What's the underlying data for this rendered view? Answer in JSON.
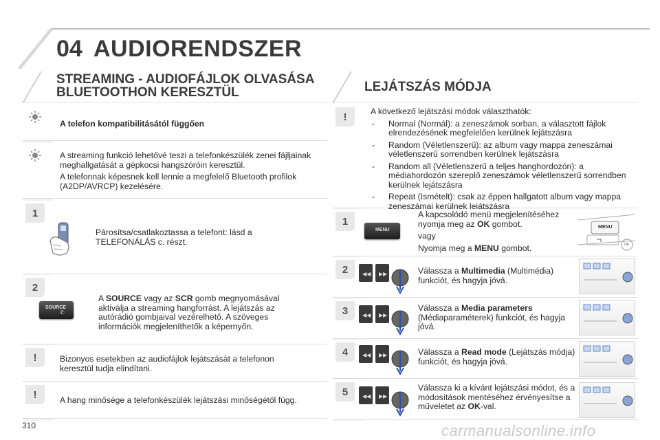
{
  "header": {
    "chapter": "04",
    "title": "AUDIORENDSZER"
  },
  "left": {
    "heading_line1": "STREAMING - AUDIOFÁJLOK OLVASÁSA",
    "heading_line2": "BLUETOOTHON KERESZTÜL",
    "box1": "A telefon kompatibilitásától függően",
    "box2_p1": "A streaming funkció lehetővé teszi a telefonkészülék zenei fájljainak meghallgatását a gépkocsi hangszóróin keresztül.",
    "box2_p2": "A telefonnak képesnek kell lennie a megfelelő Bluetooth profilok (A2DP/AVRCP) kezelésére.",
    "step1_num": "1",
    "step1_text": "Párosítsa/csatlakoztassa a telefont: lásd a TELEFONÁLÁS c. részt.",
    "step2_num": "2",
    "step2_a": "A ",
    "step2_source": "SOURCE",
    "step2_b": " vagy az ",
    "step2_scr": "SCR",
    "step2_c": " gomb megnyomásával aktiválja a streaming hangforrást. A lejátszás az autórádió gombjaival vezérelhető. A szöveges információk megjeleníthetők a képernyőn.",
    "source_btn_label": "SOURCE",
    "warn1": "Bizonyos esetekben az audiofájlok lejátszását a telefonon keresztül tudja elindítani.",
    "warn2": "A hang minősége a telefonkészülék lejátszási minőségétől függ."
  },
  "right": {
    "heading": "LEJÁTSZÁS MÓDJA",
    "intro": "A következő lejátszási módok választhatók:",
    "modes": [
      "Normal (Normál): a zeneszámok sorban, a választott fájlok elrendezésének megfelelően kerülnek lejátszásra",
      "Random (Véletlenszerű): az album vagy mappa zeneszámai véletlenszerű sorrendben kerülnek lejátszásra",
      "Random all (Véletlenszerű a teljes hanghordozón): a médiahordozón szereplő zeneszámok véletlenszerű sorrendben kerülnek lejátszásra",
      "Repeat (Ismételt): csak az éppen hallgatott album vagy mappa zeneszámai kerülnek lejátszásra"
    ],
    "s1_num": "1",
    "s1_a": "A kapcsolódó menü megjelenítéséhez nyomja meg az ",
    "s1_ok": "OK",
    "s1_b": " gombot.",
    "s1_or": "vagy",
    "s1_c": "Nyomja meg a ",
    "s1_menu": "MENU",
    "s1_d": " gombot.",
    "menu_btn_label": "MENU",
    "menu_dev_label": "MENU",
    "ok_label": "OK",
    "s2_num": "2",
    "s2_a": "Válassza a ",
    "s2_b": "Multimedia",
    "s2_c": " (Multimédia) funkciót, és hagyja jóvá.",
    "s3_num": "3",
    "s3_a": "Válassza a ",
    "s3_b": "Media parameters",
    "s3_c": " (Médiaparaméterek) funkciót, és hagyja jóvá.",
    "s4_num": "4",
    "s4_a": "Válassza a ",
    "s4_b": "Read mode",
    "s4_c": " (Lejátszás módja) funkciót, és hagyja jóvá.",
    "s5_num": "5",
    "s5_a": "Válassza ki a kívánt lejátszási módot, és a módosítások mentéséhez érvényesítse a műveletet az ",
    "s5_b": "OK",
    "s5_c": "-val."
  },
  "footer": {
    "page": "310",
    "watermark": "carmanualsonline.info"
  }
}
